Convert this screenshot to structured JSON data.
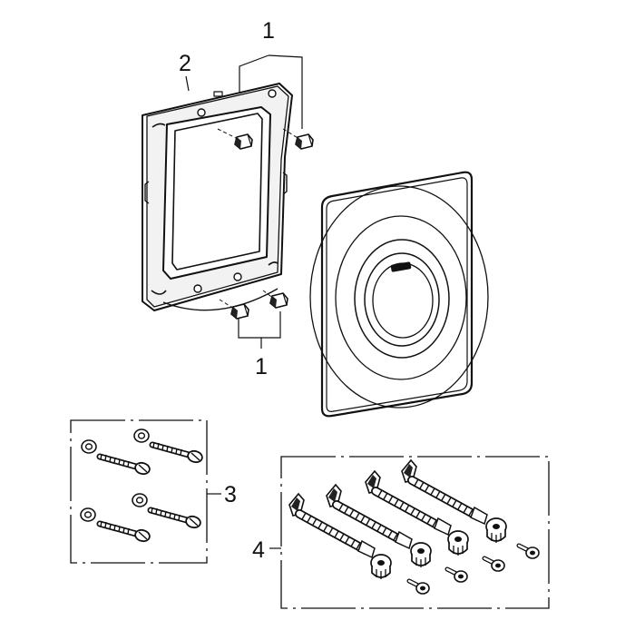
{
  "callouts": {
    "fixing_screws_top": "1",
    "mounting_frame": "2",
    "fixing_screws_bottom": "1",
    "wall_plug_set": "3",
    "extension_set": "4"
  }
}
